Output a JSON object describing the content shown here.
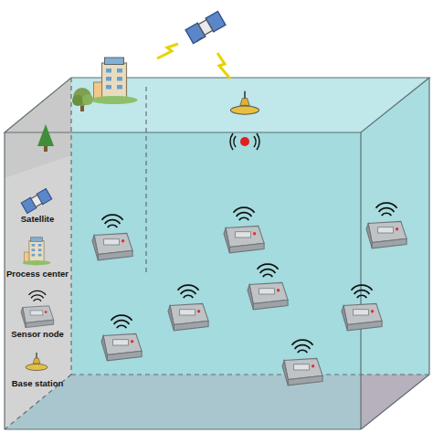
{
  "diagram": {
    "legend": [
      {
        "text": "Satellite"
      },
      {
        "text": "Process center"
      },
      {
        "text": "Sensor node"
      },
      {
        "text": "Base station"
      }
    ]
  }
}
